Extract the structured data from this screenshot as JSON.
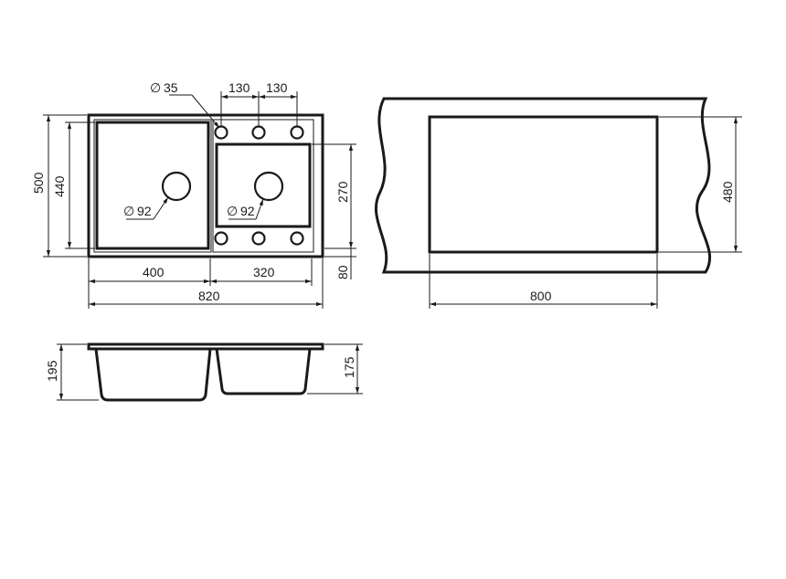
{
  "dimensions": {
    "diameter_tap": "35",
    "tap_spacing_1": "130",
    "tap_spacing_2": "130",
    "overall_height": "500",
    "inner_height": "440",
    "drain_left": "92",
    "drain_right": "92",
    "small_bowl_height": "270",
    "front_margin": "80",
    "left_bowl_width": "400",
    "right_bowl_width": "320",
    "overall_width": "820",
    "cutout_width": "800",
    "cutout_height": "480",
    "depth_left": "195",
    "depth_right": "175"
  },
  "symbols": {
    "diameter": "∅"
  }
}
